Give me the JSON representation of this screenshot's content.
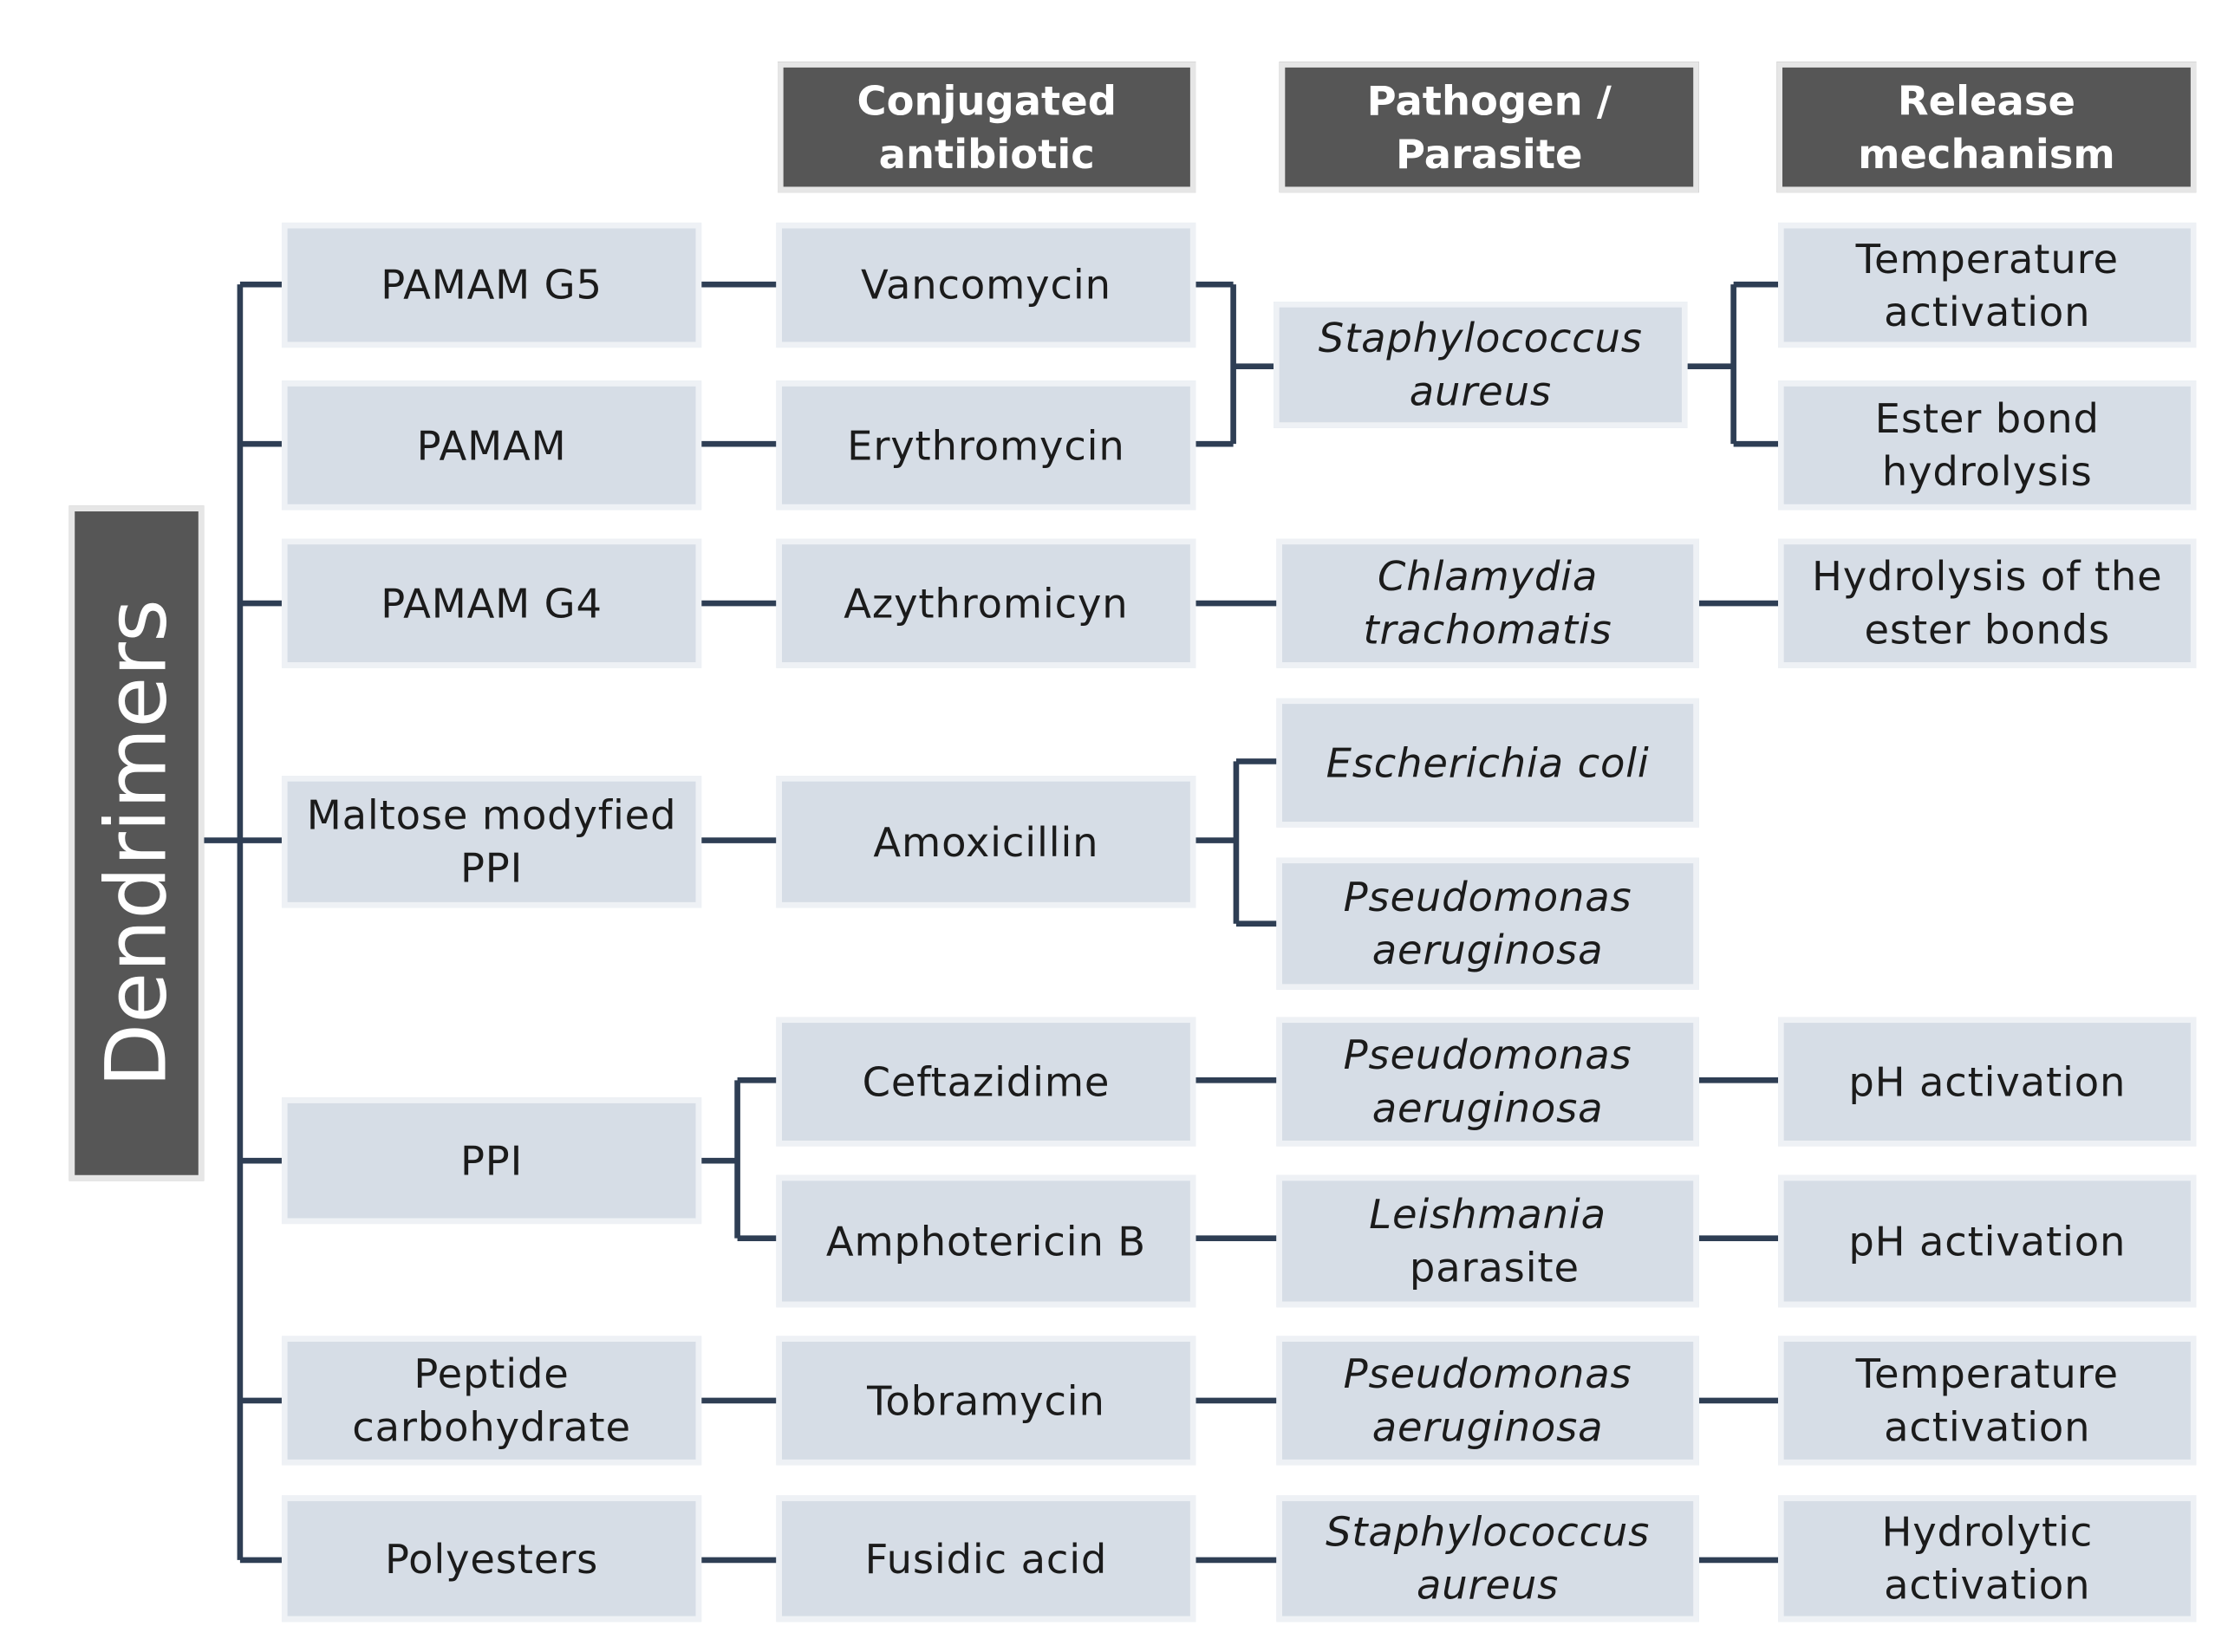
{
  "colors": {
    "box_fill": "#d6dde6",
    "header_fill": "#565656",
    "connector": "#2e3e54"
  },
  "root_label": "Dendrimers",
  "headers": {
    "antibiotic": "Conjugated antibiotic",
    "pathogen": "Pathogen / Parasite",
    "release": "Release mechanism"
  },
  "dendrimers": {
    "pamam_g5": "PAMAM G5",
    "pamam": "PAMAM",
    "pamam_g4": "PAMAM G4",
    "maltose_ppi": "Maltose modyfied PPI",
    "ppi": "PPI",
    "peptide": "Peptide carbohydrate",
    "polyesters": "Polyesters"
  },
  "antibiotics": {
    "vancomycin": "Vancomycin",
    "erythromycin": "Erythromycin",
    "azythromicyn": "Azythromicyn",
    "amoxicillin": "Amoxicillin",
    "ceftazidime": "Ceftazidime",
    "amphotericin": "Amphotericin B",
    "tobramycin": "Tobramycin",
    "fusidic": "Fusidic acid"
  },
  "pathogens": {
    "staph_1": "Staphylococcus aureus",
    "chlamydia": "Chlamydia trachomatis",
    "ecoli": "Escherichia coli",
    "pseudo_1": "Pseudomonas aeruginosa",
    "pseudo_2": "Pseudomonas aeruginosa",
    "leish_italic": "Leishmania",
    "leish_rest": " parasite",
    "pseudo_3": "Pseudomonas aeruginosa",
    "staph_2": "Staphylococcus aureus"
  },
  "release": {
    "temp_1": "Temperature activation",
    "ester_bond": "Ester bond hydrolysis",
    "hydrolysis_ester": "Hydrolysis of the ester bonds",
    "ph_1": "pH activation",
    "ph_2": "pH activation",
    "temp_2": "Temperature activation",
    "hydrolytic": "Hydrolytic activation"
  }
}
